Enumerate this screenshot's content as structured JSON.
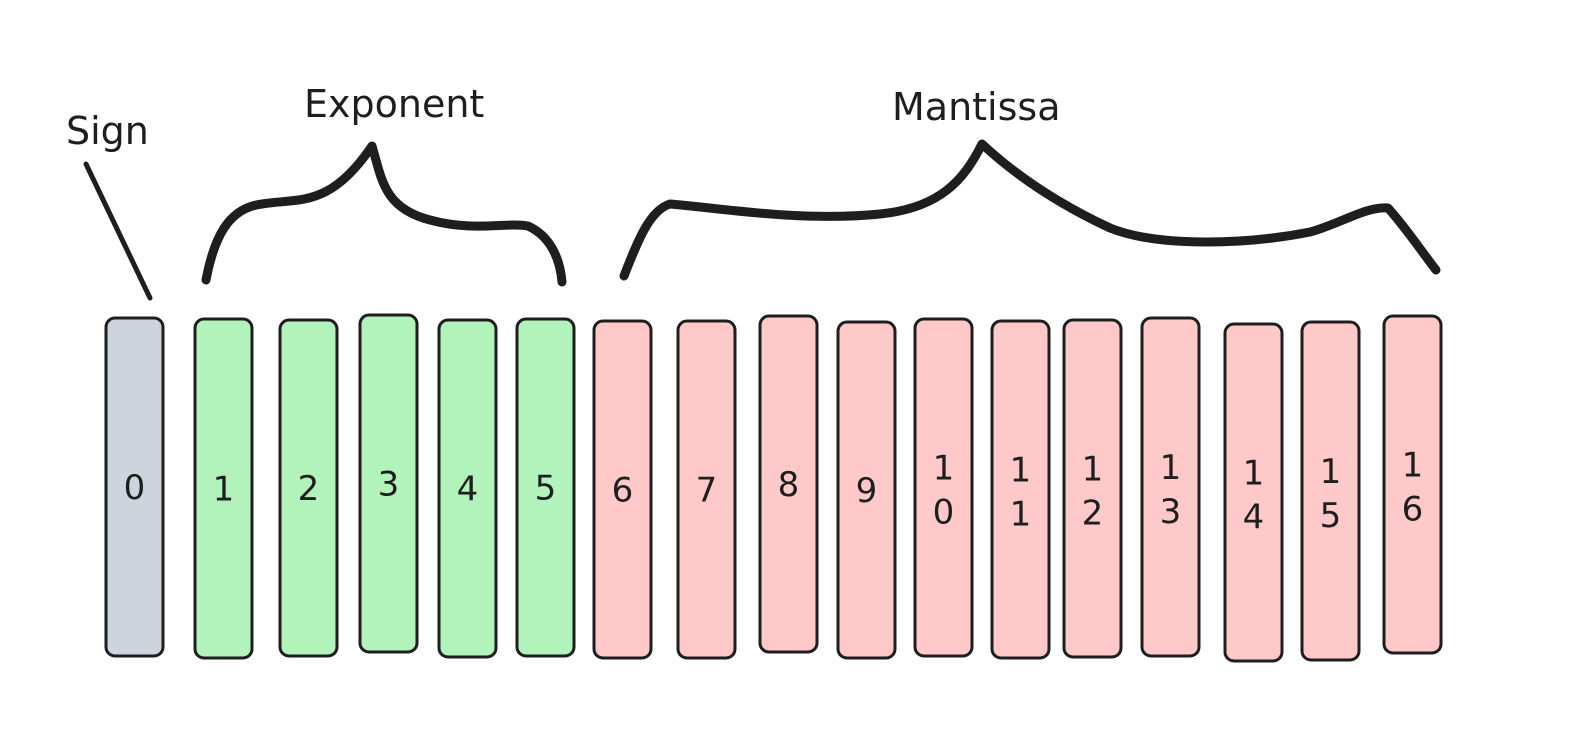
{
  "labels": {
    "sign": "Sign",
    "exponent": "Exponent",
    "mantissa": "Mantissa"
  },
  "colors": {
    "sign": "#ced4db",
    "exponent": "#b2f2bb",
    "mantissa": "#ffc9c9",
    "stroke": "#1e1e1e",
    "background": "#ffffff"
  },
  "bits": [
    {
      "index": "0",
      "group": "sign"
    },
    {
      "index": "1",
      "group": "exponent"
    },
    {
      "index": "2",
      "group": "exponent"
    },
    {
      "index": "3",
      "group": "exponent"
    },
    {
      "index": "4",
      "group": "exponent"
    },
    {
      "index": "5",
      "group": "exponent"
    },
    {
      "index": "6",
      "group": "mantissa"
    },
    {
      "index": "7",
      "group": "mantissa"
    },
    {
      "index": "8",
      "group": "mantissa"
    },
    {
      "index": "9",
      "group": "mantissa"
    },
    {
      "index": "10",
      "group": "mantissa"
    },
    {
      "index": "11",
      "group": "mantissa"
    },
    {
      "index": "12",
      "group": "mantissa"
    },
    {
      "index": "13",
      "group": "mantissa"
    },
    {
      "index": "14",
      "group": "mantissa"
    },
    {
      "index": "15",
      "group": "mantissa"
    },
    {
      "index": "16",
      "group": "mantissa"
    }
  ]
}
